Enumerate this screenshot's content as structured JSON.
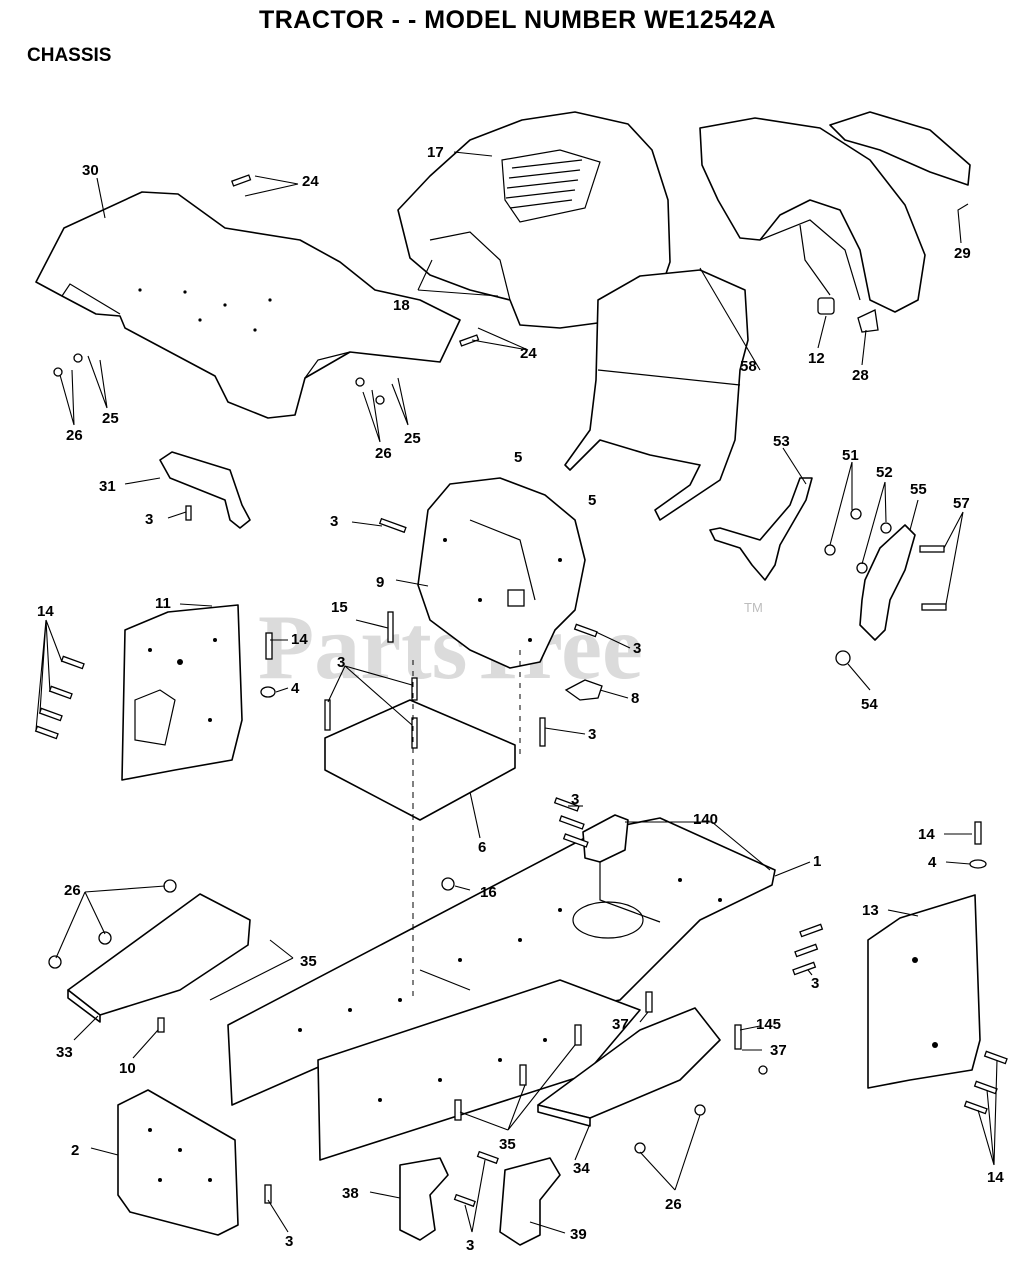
{
  "header": {
    "title": "TRACTOR - - MODEL NUMBER WE12542A",
    "subtitle": "CHASSIS"
  },
  "watermark": {
    "text": "PartsTree",
    "tm": "TM"
  },
  "callouts": {
    "c17": "17",
    "c30": "30",
    "c24a": "24",
    "c24b": "24",
    "c18": "18",
    "c29": "29",
    "c12": "12",
    "c28": "28",
    "c58": "58",
    "c25a": "25",
    "c26a": "26",
    "c25b": "25",
    "c26b": "26",
    "c5a": "5",
    "c5b": "5",
    "c31": "31",
    "c3a": "3",
    "c3b": "3",
    "c53": "53",
    "c51": "51",
    "c52": "52",
    "c55": "55",
    "c57": "57",
    "c9": "9",
    "c11": "11",
    "c15": "15",
    "c14a": "14",
    "c14b": "14",
    "c4a": "4",
    "c3c": "3",
    "c3d": "3",
    "c8": "8",
    "c3e": "3",
    "c54": "54",
    "c6": "6",
    "c3f": "3",
    "c140": "140",
    "c14c": "14",
    "c1": "1",
    "c4b": "4",
    "c26c": "26",
    "c16": "16",
    "c13": "13",
    "c35a": "35",
    "c3g": "3",
    "c33": "33",
    "c10": "10",
    "c37a": "37",
    "c145": "145",
    "c37b": "37",
    "c2": "2",
    "c35b": "35",
    "c34": "34",
    "c26d": "26",
    "c14d": "14",
    "c38": "38",
    "c39": "39",
    "c3h": "3",
    "c3i": "3"
  }
}
